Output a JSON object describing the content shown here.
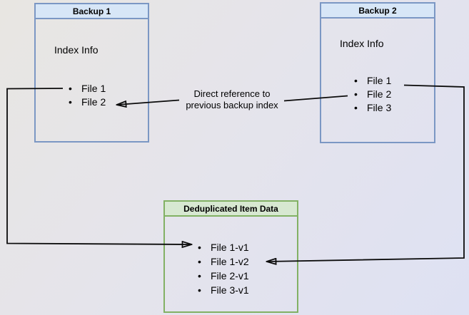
{
  "diagram": {
    "backup1": {
      "title": "Backup 1",
      "section_label": "Index Info",
      "items": [
        "File 1",
        "File 2"
      ]
    },
    "backup2": {
      "title": "Backup 2",
      "section_label": "Index Info",
      "items": [
        "File 1",
        "File 2",
        "File 3"
      ]
    },
    "dedup": {
      "title": "Deduplicated Item Data",
      "items": [
        "File 1-v1",
        "File 1-v2",
        "File 2-v1",
        "File 3-v1"
      ]
    },
    "annotation": {
      "label": "Direct reference to\nprevious backup index"
    },
    "colors": {
      "backup_border": "#7b97c4",
      "backup_header_fill": "#d7e6f7",
      "dedup_border": "#82b164",
      "dedup_header_fill": "#d7e8d1",
      "connector": "#0b0b0b",
      "background_start": "#e8e6e2",
      "background_end": "#dee1f3"
    }
  }
}
